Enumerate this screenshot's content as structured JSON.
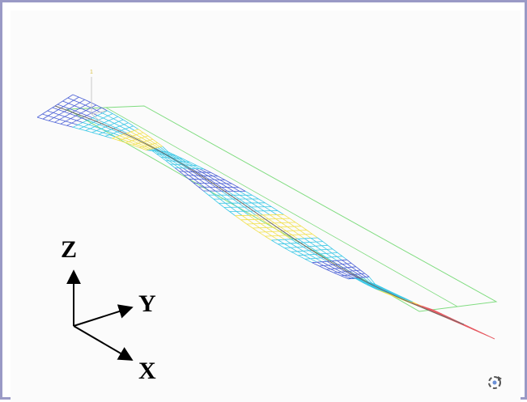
{
  "colors": {
    "frame_border": "#9a9ac6",
    "background": "#fbfbfb",
    "undeformed_outline": "#7fdc7f",
    "mesh_blue": "#4a5fd6",
    "mesh_cyan": "#38c7e6",
    "mesh_yellow": "#f1e04a",
    "mesh_red": "#e65a62",
    "centerline": "#6a6a6a"
  },
  "mesh": {
    "longitudinal_divisions": 70,
    "transverse_divisions": 7,
    "color_sequence": [
      "blue",
      "cyan",
      "yellow",
      "cyan",
      "blue",
      "cyan",
      "yellow",
      "cyan",
      "blue",
      "cyan",
      "yellow",
      "red"
    ]
  },
  "triad": {
    "z_label": "Z",
    "y_label": "Y",
    "x_label": "X"
  },
  "origin_marker": {
    "label": "1"
  },
  "icons": {
    "rotate": "rotate-icon"
  }
}
